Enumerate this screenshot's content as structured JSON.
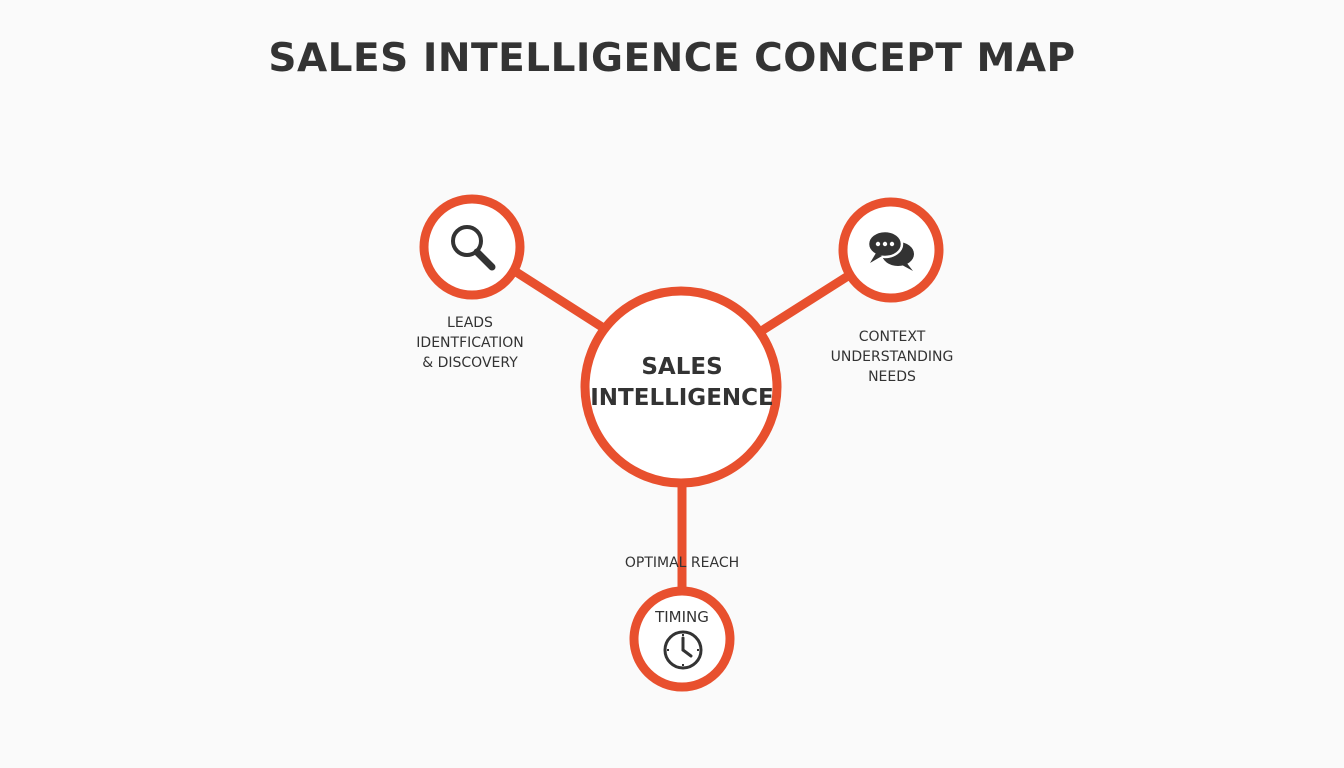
{
  "title": "SALES INTELLIGENCE CONCEPT MAP",
  "accent_color": "#e8502e",
  "text_color": "#333333",
  "center": {
    "line1": "SALES",
    "line2": "INTELLIGENCE"
  },
  "nodes": {
    "leads": {
      "icon": "magnifier-icon",
      "line1": "LEADS",
      "line2": "IDENTFICATION",
      "line3": "& DISCOVERY"
    },
    "context": {
      "icon": "chat-bubbles-icon",
      "line1": "CONTEXT",
      "line2": "UNDERSTANDING",
      "line3": "NEEDS"
    },
    "timing": {
      "icon": "clock-icon",
      "top_label": "OPTIMAL REACH",
      "inner_label": "TIMING"
    }
  }
}
